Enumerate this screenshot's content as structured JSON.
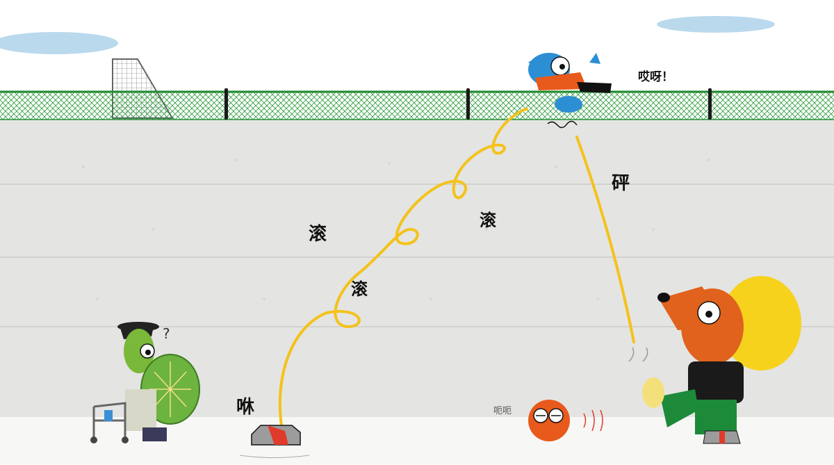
{
  "sound_effects": {
    "shout": "哎呀！",
    "thud": "砰",
    "roll_right": "滚",
    "roll_left_upper": "滚",
    "roll_left_lower": "滚",
    "whoosh": "咻",
    "groan": "呃呃",
    "question": "?"
  },
  "colors": {
    "sky": "#ffffff",
    "cloud": "#a9cfe8",
    "wall": "#e4e4e2",
    "fence": "#1f8a2e",
    "fence_post": "#1a1a1a",
    "trajectory": "#f4c21a",
    "ball": "#e85a1c",
    "turtle_shell": "#6db33f",
    "dog_fur": "#e0621c",
    "dog_mane": "#f6d21c",
    "bird": "#2c8fd4",
    "dog_shirt": "#1d8a3a"
  },
  "characters": [
    "turtle-with-walker",
    "dog-with-yellow-mane",
    "blue-bird-on-fence",
    "orange-ball",
    "flying-shoe"
  ]
}
